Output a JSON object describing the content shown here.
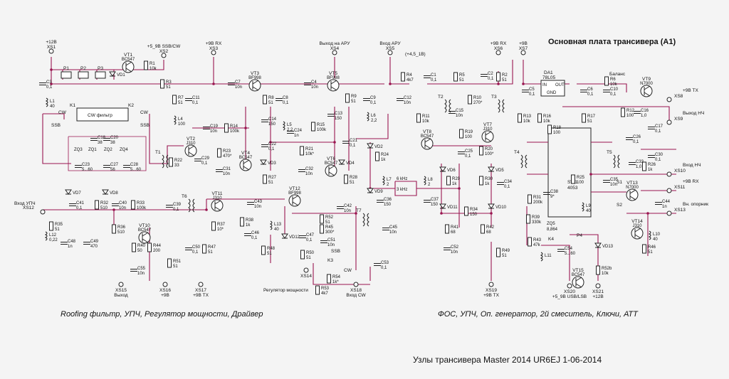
{
  "title": "Основная  плата трансивера (А1)",
  "footer": "Узлы трансивера  Master 2014    UR6EJ  1-06-2014",
  "captions": {
    "left": "Roofing фильтр, УПЧ, Регулятор мощности, Драйвер",
    "right": "ФОС, УПЧ, Оп. генератор, 2й смеситель,  Ключи,  АТТ"
  },
  "connectors": [
    {
      "id": "XS1",
      "label": "+12В"
    },
    {
      "id": "XS2",
      "label": "+5_9В SSB/CW"
    },
    {
      "id": "XS3",
      "label": "+9В RX"
    },
    {
      "id": "XS4",
      "label": "Выход на АРУ"
    },
    {
      "id": "XS5",
      "label": "Вход АРУ"
    },
    {
      "id": "XS6",
      "label": "+9В RX"
    },
    {
      "id": "XS7",
      "label": "+9В"
    },
    {
      "id": "XS8",
      "label": "+9В TX"
    },
    {
      "id": "XS9",
      "label": "Выход НЧ"
    },
    {
      "id": "XS10",
      "label": "Вход НЧ"
    },
    {
      "id": "XS11",
      "label": "+9В RX"
    },
    {
      "id": "XS12",
      "label": "Вход УПЧ"
    },
    {
      "id": "XS13",
      "label": "Вн. опорник"
    },
    {
      "id": "XS14",
      "label": ""
    },
    {
      "id": "XS15",
      "label": "Выход"
    },
    {
      "id": "XS16",
      "label": "+9В"
    },
    {
      "id": "XS17",
      "label": "+9В TX"
    },
    {
      "id": "XS18",
      "label": "Вход CW"
    },
    {
      "id": "XS19",
      "label": "+9В TX"
    },
    {
      "id": "XS20",
      "label": "+5_9В USB/LSB"
    },
    {
      "id": "XS21",
      "label": "+12В"
    }
  ],
  "extra_labels": {
    "agc_range": "(+4,5_1В)",
    "cw_filter": "CW фильтр",
    "power_reg": "Регулятор мощности",
    "balance": "Баланс",
    "da1": "DA1",
    "da1_part": "78L05",
    "in": "IN",
    "out": "OUT",
    "gnd": "GND",
    "ssb": "SSB",
    "cw": "CW",
    "k1": "K1",
    "k2": "K2",
    "k3": "K3",
    "k4": "K4",
    "sw1": "SW1",
    "sw1_part": "4053",
    "zq1": "ZQ1",
    "zq2": "ZQ2",
    "zq3": "ZQ3",
    "zq4": "ZQ4",
    "zq5": "ZQ5",
    "zq5_freq": "8,864",
    "flt1": "6 kHz",
    "flt2": "3 kHz",
    "p4": "P4",
    "s1": "S1",
    "s2": "S2"
  },
  "transistors": [
    {
      "ref": "VT1",
      "part": "BC547"
    },
    {
      "ref": "VT2",
      "part": "J310"
    },
    {
      "ref": "VT3",
      "part": "BF998"
    },
    {
      "ref": "VT4",
      "part": "BC547"
    },
    {
      "ref": "VT5",
      "part": "BF998"
    },
    {
      "ref": "VT6",
      "part": "BC547"
    },
    {
      "ref": "VT7",
      "part": "J310"
    },
    {
      "ref": "VT8",
      "part": "BC547"
    },
    {
      "ref": "VT9",
      "part": "N7000"
    },
    {
      "ref": "VT10",
      "part": "BC547"
    },
    {
      "ref": "VT11",
      "part": "J310"
    },
    {
      "ref": "VT12",
      "part": "BF998"
    },
    {
      "ref": "VT13",
      "part": "N7000"
    },
    {
      "ref": "VT14",
      "part": "J310"
    },
    {
      "ref": "VT15",
      "part": "BC547"
    }
  ],
  "parts_left": [
    {
      "ref": "R1",
      "val": "10k"
    },
    {
      "ref": "R3",
      "val": "51"
    },
    {
      "ref": "C3",
      "val": "0,1"
    },
    {
      "ref": "L1",
      "val": "40"
    },
    {
      "ref": "C7",
      "val": "10n"
    },
    {
      "ref": "R7",
      "val": "51"
    },
    {
      "ref": "C11",
      "val": "0,1"
    },
    {
      "ref": "L4",
      "val": "100"
    },
    {
      "ref": "C19",
      "val": "10n"
    },
    {
      "ref": "R14",
      "val": "100k"
    },
    {
      "ref": "R22",
      "val": "33"
    },
    {
      "ref": "C29",
      "val": "0,1"
    },
    {
      "ref": "R23",
      "val": "470*"
    },
    {
      "ref": "C31",
      "val": "10n"
    },
    {
      "ref": "R8",
      "val": "51"
    },
    {
      "ref": "C8",
      "val": "0,1"
    },
    {
      "ref": "C14",
      "val": "150"
    },
    {
      "ref": "L5",
      "val": "2,2"
    },
    {
      "ref": "C22",
      "val": "0,1"
    },
    {
      "ref": "R27",
      "val": "51"
    },
    {
      "ref": "C24",
      "val": "1n"
    },
    {
      "ref": "C4",
      "val": "10n"
    },
    {
      "ref": "R15",
      "val": "100k"
    },
    {
      "ref": "C13",
      "val": "150"
    },
    {
      "ref": "R21",
      "val": "10k*"
    },
    {
      "ref": "C32",
      "val": "10n"
    },
    {
      "ref": "R9",
      "val": "51"
    },
    {
      "ref": "C9",
      "val": "0,1"
    },
    {
      "ref": "L6",
      "val": "2,2"
    },
    {
      "ref": "C21",
      "val": "0,1"
    },
    {
      "ref": "R28",
      "val": "51"
    },
    {
      "ref": "R24",
      "val": "1k"
    },
    {
      "ref": "R4",
      "val": "4k7"
    },
    {
      "ref": "C12",
      "val": "10n"
    },
    {
      "ref": "C18",
      "val": "38"
    },
    {
      "ref": "C20",
      "val": "38"
    },
    {
      "ref": "C23",
      "val": "5...60"
    },
    {
      "ref": "C27",
      "val": "56"
    },
    {
      "ref": "C28",
      "val": "5...60"
    },
    {
      "ref": "C41",
      "val": "0,1"
    },
    {
      "ref": "R32",
      "val": "510"
    },
    {
      "ref": "C40",
      "val": "10n"
    },
    {
      "ref": "R33",
      "val": "100k"
    },
    {
      "ref": "C39",
      "val": "0,1"
    },
    {
      "ref": "R35",
      "val": "51"
    },
    {
      "ref": "L12",
      "val": "0,22"
    },
    {
      "ref": "C48",
      "val": "1n"
    },
    {
      "ref": "C49",
      "val": "470"
    },
    {
      "ref": "R36",
      "val": "510"
    },
    {
      "ref": "R40",
      "val": "50"
    },
    {
      "ref": "R44",
      "val": "200"
    },
    {
      "ref": "C55",
      "val": "10n"
    },
    {
      "ref": "C50",
      "val": "0,1"
    },
    {
      "ref": "R47",
      "val": "51"
    },
    {
      "ref": "R51",
      "val": "51"
    },
    {
      "ref": "C43",
      "val": "10n"
    },
    {
      "ref": "R37",
      "val": "10*"
    },
    {
      "ref": "R38",
      "val": "1k"
    },
    {
      "ref": "C46",
      "val": "0,1"
    },
    {
      "ref": "L13",
      "val": "40"
    },
    {
      "ref": "R48",
      "val": "51"
    },
    {
      "ref": "C47",
      "val": "0,1"
    },
    {
      "ref": "R50",
      "val": "51"
    },
    {
      "ref": "C51",
      "val": "10n"
    },
    {
      "ref": "R45",
      "val": "300*"
    },
    {
      "ref": "C42",
      "val": "10n"
    },
    {
      "ref": "R52",
      "val": "51"
    },
    {
      "ref": "C45",
      "val": "10n"
    },
    {
      "ref": "C53",
      "val": "0,1"
    },
    {
      "ref": "R54",
      "val": "1k*"
    },
    {
      "ref": "R53",
      "val": "4k7"
    }
  ],
  "parts_right": [
    {
      "ref": "C1",
      "val": "0,1"
    },
    {
      "ref": "R5",
      "val": "51"
    },
    {
      "ref": "C2",
      "val": "0,1"
    },
    {
      "ref": "R2",
      "val": "51"
    },
    {
      "ref": "R10",
      "val": "270*"
    },
    {
      "ref": "C15",
      "val": "10n"
    },
    {
      "ref": "R11",
      "val": "10k"
    },
    {
      "ref": "R19",
      "val": "100"
    },
    {
      "ref": "C25",
      "val": "0,1"
    },
    {
      "ref": "R20",
      "val": "100*"
    },
    {
      "ref": "R29",
      "val": "1k"
    },
    {
      "ref": "R30",
      "val": "1k"
    },
    {
      "ref": "C34",
      "val": "0,1"
    },
    {
      "ref": "C36",
      "val": "150"
    },
    {
      "ref": "C37",
      "val": "150"
    },
    {
      "ref": "R34",
      "val": "150"
    },
    {
      "ref": "R41",
      "val": "68"
    },
    {
      "ref": "R42",
      "val": "68"
    },
    {
      "ref": "C52",
      "val": "10n"
    },
    {
      "ref": "R49",
      "val": "51"
    },
    {
      "ref": "C5",
      "val": "0,1"
    },
    {
      "ref": "R6",
      "val": "10k"
    },
    {
      "ref": "C6",
      "val": "0,1"
    },
    {
      "ref": "C10",
      "val": "0,1"
    },
    {
      "ref": "R13",
      "val": "10k"
    },
    {
      "ref": "R16",
      "val": "10k"
    },
    {
      "ref": "R17",
      "val": "51"
    },
    {
      "ref": "R12",
      "val": "100"
    },
    {
      "ref": "C16",
      "val": "1,0"
    },
    {
      "ref": "C17",
      "val": "0,1"
    },
    {
      "ref": "R18",
      "val": "100"
    },
    {
      "ref": "C26",
      "val": "0,1"
    },
    {
      "ref": "C30",
      "val": "0,1"
    },
    {
      "ref": "C33",
      "val": "1,0"
    },
    {
      "ref": "R26",
      "val": "1k"
    },
    {
      "ref": "R25",
      "val": "100"
    },
    {
      "ref": "C35",
      "val": "10n"
    },
    {
      "ref": "R31",
      "val": "200k"
    },
    {
      "ref": "C38",
      "val": "9*"
    },
    {
      "ref": "L9",
      "val": "40"
    },
    {
      "ref": "C44",
      "val": "1n"
    },
    {
      "ref": "L10",
      "val": "40"
    },
    {
      "ref": "R46",
      "val": "51"
    },
    {
      "ref": "R39",
      "val": "330k"
    },
    {
      "ref": "R43",
      "val": "47k"
    },
    {
      "ref": "C54",
      "val": "5...60"
    },
    {
      "ref": "R52b",
      "val": "10k"
    },
    {
      "ref": "L7",
      "val": "2"
    },
    {
      "ref": "L8",
      "val": "2"
    },
    {
      "ref": "L11",
      "val": ""
    }
  ],
  "diodes": [
    "VD1",
    "VD2",
    "VD3",
    "VD4",
    "VD5",
    "VD6",
    "VD7",
    "VD8",
    "VD9",
    "VD10",
    "VD11",
    "VD12",
    "VD13"
  ],
  "transformers": [
    "T1",
    "T2",
    "T3",
    "T4",
    "T5",
    "T6",
    "T7"
  ],
  "relays": [
    "P1",
    "P2",
    "P3"
  ]
}
